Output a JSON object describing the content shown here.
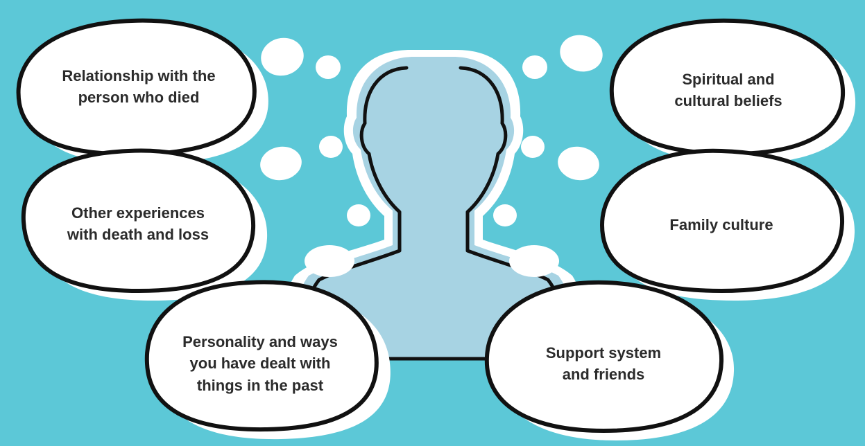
{
  "colors": {
    "background": "#5cc8d7",
    "silhouette": "#a7d3e3",
    "bubble_fill": "#ffffff",
    "outline": "#111111"
  },
  "bubbles": {
    "relationship": "Relationship with the\nperson who died",
    "other_experiences": "Other experiences\nwith death and loss",
    "personality": "Personality and ways\nyou have dealt with\nthings in the past",
    "spiritual": "Spiritual and\ncultural beliefs",
    "family": "Family culture",
    "support": "Support system\nand friends"
  }
}
